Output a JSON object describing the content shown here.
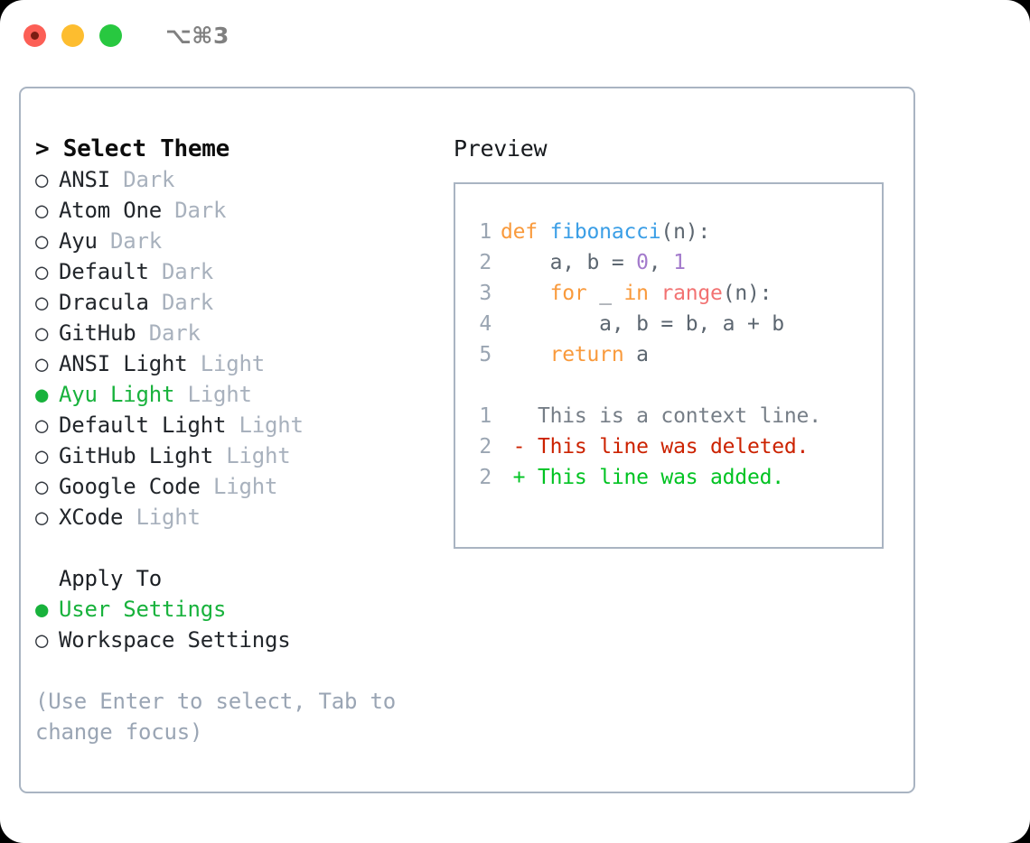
{
  "titlebar": {
    "shortcut": "⌥⌘3",
    "lights": [
      {
        "name": "close",
        "color": "#fc5f56"
      },
      {
        "name": "minimize",
        "color": "#fdbd2f"
      },
      {
        "name": "zoom",
        "color": "#28c840"
      }
    ]
  },
  "theme_picker": {
    "header_caret": ">",
    "header": "Select Theme",
    "marker_unselected": "○",
    "marker_selected": "●",
    "items": [
      {
        "marker": "○",
        "name": "ANSI",
        "meta": "Dark",
        "selected": false
      },
      {
        "marker": "○",
        "name": "Atom One",
        "meta": "Dark",
        "selected": false
      },
      {
        "marker": "○",
        "name": "Ayu",
        "meta": "Dark",
        "selected": false
      },
      {
        "marker": "○",
        "name": "Default",
        "meta": "Dark",
        "selected": false
      },
      {
        "marker": "○",
        "name": "Dracula",
        "meta": "Dark",
        "selected": false
      },
      {
        "marker": "○",
        "name": "GitHub",
        "meta": "Dark",
        "selected": false
      },
      {
        "marker": "○",
        "name": "ANSI Light",
        "meta": "Light",
        "selected": false
      },
      {
        "marker": "●",
        "name": "Ayu Light",
        "meta": "Light",
        "selected": true
      },
      {
        "marker": "○",
        "name": "Default Light",
        "meta": "Light",
        "selected": false
      },
      {
        "marker": "○",
        "name": "GitHub Light",
        "meta": "Light",
        "selected": false
      },
      {
        "marker": "○",
        "name": "Google Code",
        "meta": "Light",
        "selected": false
      },
      {
        "marker": "○",
        "name": "XCode",
        "meta": "Light",
        "selected": false
      }
    ]
  },
  "apply_to": {
    "header": "Apply To",
    "items": [
      {
        "marker": "●",
        "name": "User Settings",
        "selected": true
      },
      {
        "marker": "○",
        "name": "Workspace Settings",
        "selected": false
      }
    ]
  },
  "hint": "(Use Enter to select, Tab to change focus)",
  "preview": {
    "title": "Preview",
    "code_lines": [
      {
        "lineno": "1",
        "tokens": [
          {
            "text": "def ",
            "type": "kw"
          },
          {
            "text": "fibonacci",
            "type": "fn"
          },
          {
            "text": "(n):",
            "type": "plain"
          }
        ]
      },
      {
        "lineno": "2",
        "tokens": [
          {
            "text": "    a, b = ",
            "type": "plain"
          },
          {
            "text": "0",
            "type": "num"
          },
          {
            "text": ", ",
            "type": "plain"
          },
          {
            "text": "1",
            "type": "num"
          }
        ]
      },
      {
        "lineno": "3",
        "tokens": [
          {
            "text": "    ",
            "type": "plain"
          },
          {
            "text": "for",
            "type": "kw"
          },
          {
            "text": " _ ",
            "type": "plain"
          },
          {
            "text": "in",
            "type": "kw"
          },
          {
            "text": " ",
            "type": "plain"
          },
          {
            "text": "range",
            "type": "call"
          },
          {
            "text": "(n):",
            "type": "plain"
          }
        ]
      },
      {
        "lineno": "4",
        "tokens": [
          {
            "text": "        a, b = b, a + b",
            "type": "plain"
          }
        ]
      },
      {
        "lineno": "5",
        "tokens": [
          {
            "text": "    ",
            "type": "plain"
          },
          {
            "text": "return",
            "type": "kw"
          },
          {
            "text": " a",
            "type": "plain"
          }
        ]
      }
    ],
    "diff_lines": [
      {
        "lineno": "1",
        "sign": " ",
        "text": "This is a context line.",
        "kind": "ctx"
      },
      {
        "lineno": "2",
        "sign": "-",
        "text": "This line was deleted.",
        "kind": "del"
      },
      {
        "lineno": "2",
        "sign": "+",
        "text": "This line was added.",
        "kind": "add"
      }
    ]
  },
  "colors": {
    "accent_green": "#18b23c",
    "border": "#a9b4c2",
    "muted": "#a8b1bd",
    "hint": "#9aa5b4",
    "kw_orange": "#f99a3c",
    "fn_blue": "#3a9ee6",
    "num_purple": "#a37acc",
    "call_red": "#f27272",
    "code_plain": "#5c6670",
    "diff_del": "#cc2200",
    "diff_add": "#00c322",
    "diff_ctx": "#767e87"
  }
}
